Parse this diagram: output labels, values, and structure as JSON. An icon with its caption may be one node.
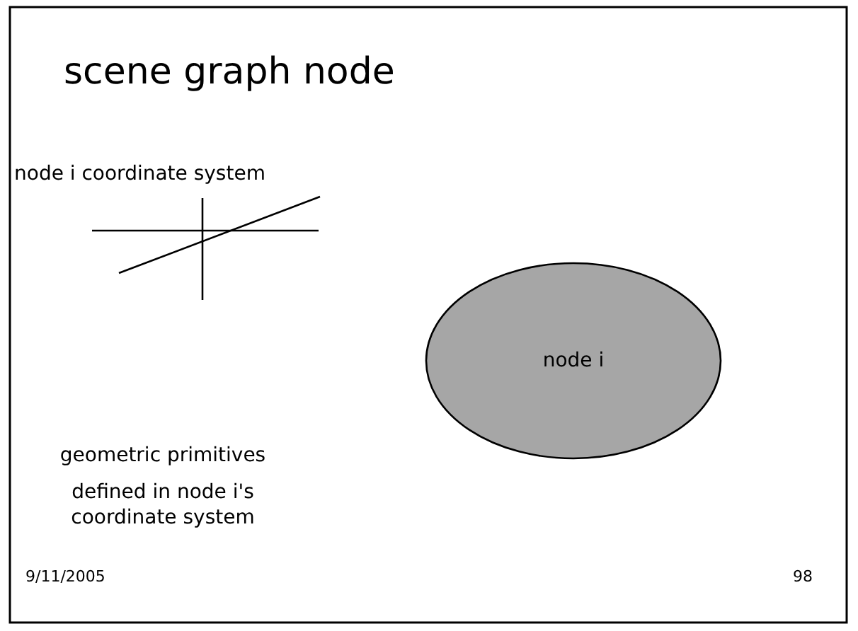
{
  "diagram": {
    "title": "scene graph node",
    "nodes": [
      {
        "text": [
          "node i"
        ]
      }
    ],
    "labels": [
      "node i coordinate system",
      "geometric primitives",
      "defined in node i's coordinate system",
      "9/11/2005",
      "98"
    ]
  }
}
